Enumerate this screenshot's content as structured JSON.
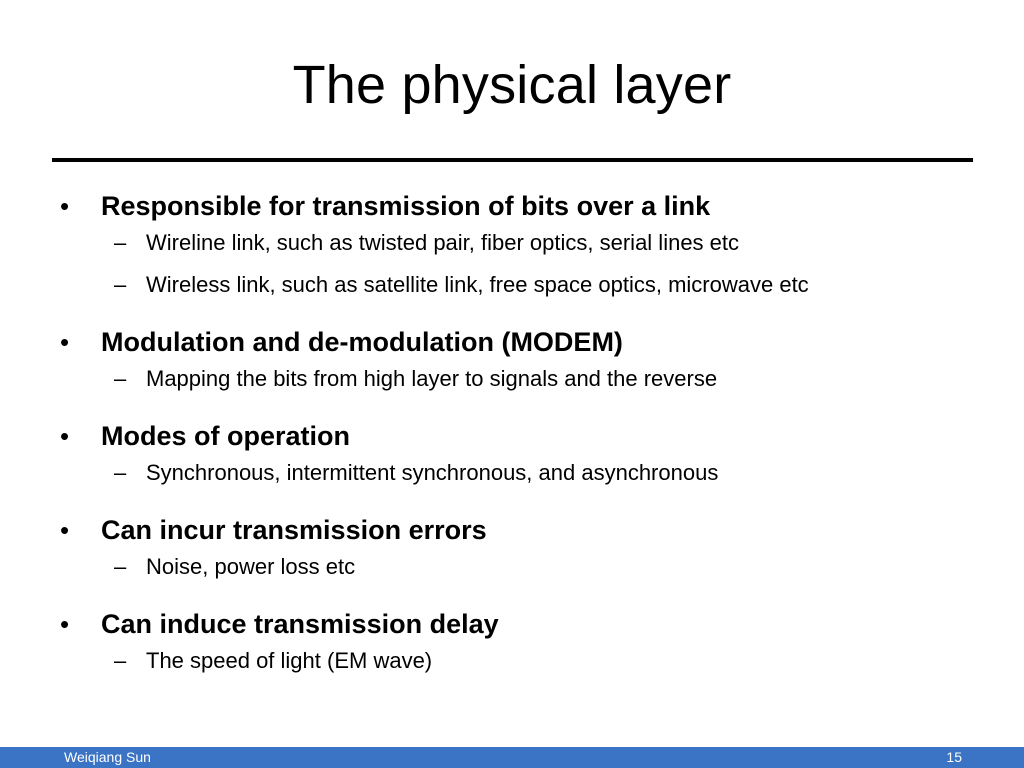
{
  "slide": {
    "title": "The physical layer",
    "bullets": [
      {
        "text": "Responsible for transmission of bits over a link",
        "subs": [
          "Wireline link, such as twisted pair, fiber optics, serial lines etc",
          "Wireless link, such as satellite link, free space optics, microwave etc"
        ]
      },
      {
        "text": "Modulation and de-modulation (MODEM)",
        "subs": [
          "Mapping the bits from high layer to signals and the reverse"
        ]
      },
      {
        "text": "Modes of operation",
        "subs": [
          "Synchronous, intermittent synchronous, and asynchronous"
        ]
      },
      {
        "text": "Can incur transmission errors",
        "subs": [
          "Noise, power loss etc"
        ]
      },
      {
        "text": "Can induce transmission delay",
        "subs": [
          "The speed of light (EM wave)"
        ]
      }
    ],
    "bullet_marker": "•",
    "sub_marker": "–"
  },
  "footer": {
    "author": "Weiqiang Sun",
    "page_number": "15",
    "bar_color": "#3b74c4"
  }
}
